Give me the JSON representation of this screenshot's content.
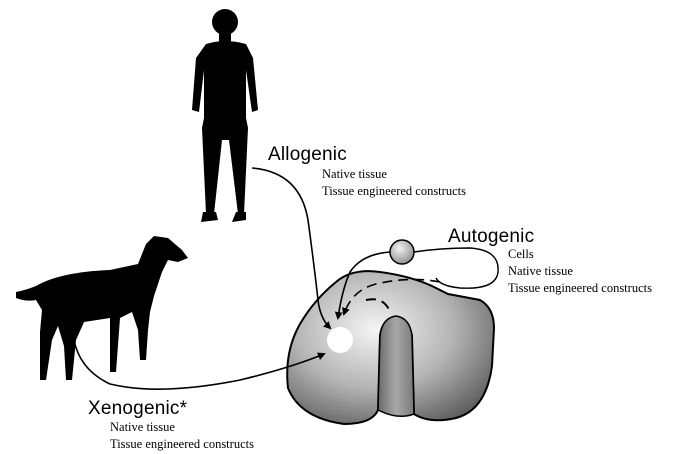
{
  "sources": {
    "allogenic": {
      "heading": "Allogenic",
      "items": [
        "Native tissue",
        "Tissue engineered constructs"
      ]
    },
    "autogenic": {
      "heading": "Autogenic",
      "items": [
        "Cells",
        "Native tissue",
        "Tissue engineered constructs"
      ]
    },
    "xenogenic": {
      "heading": "Xenogenic*",
      "items": [
        "Native tissue",
        "Tissue engineered constructs"
      ]
    }
  },
  "icons": {
    "human": "human-silhouette-icon",
    "goat": "goat-silhouette-icon",
    "knee": "distal-femur-knee-icon",
    "cell": "cell-sphere-icon",
    "defect": "cartilage-defect-icon"
  },
  "colors": {
    "silhouette": "#000000",
    "bone_light": "#e8e8e8",
    "bone_dark": "#6b6b6b",
    "defect": "#ffffff"
  }
}
